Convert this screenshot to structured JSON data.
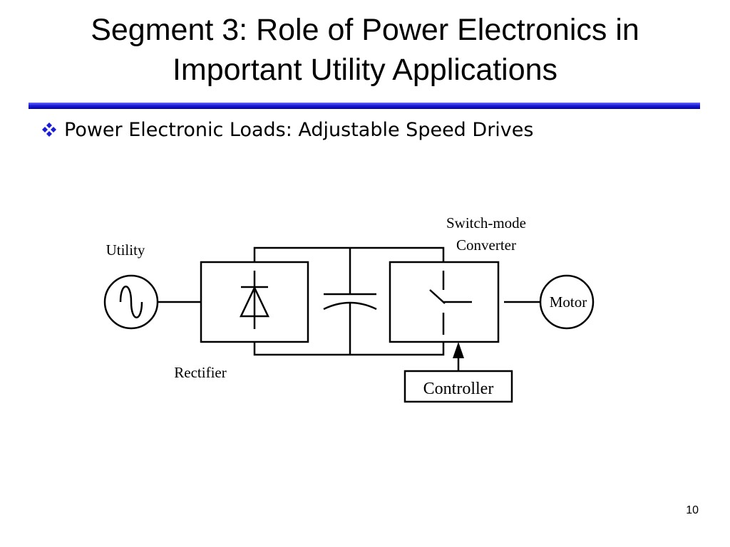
{
  "slide": {
    "title_line1": "Segment 3: Role of Power Electronics in",
    "title_line2": "Important Utility Applications",
    "bullet_text": "Power Electronic Loads: Adjustable Speed Drives",
    "page_number": "10"
  },
  "diagram": {
    "utility_label": "Utility",
    "rectifier_label": "Rectifier",
    "converter_label_line1": "Switch-mode",
    "converter_label_line2": "Converter",
    "motor_label": "Motor",
    "controller_label": "Controller"
  },
  "colors": {
    "rule": "#0000a8",
    "bullet": "#1c1cd6"
  }
}
